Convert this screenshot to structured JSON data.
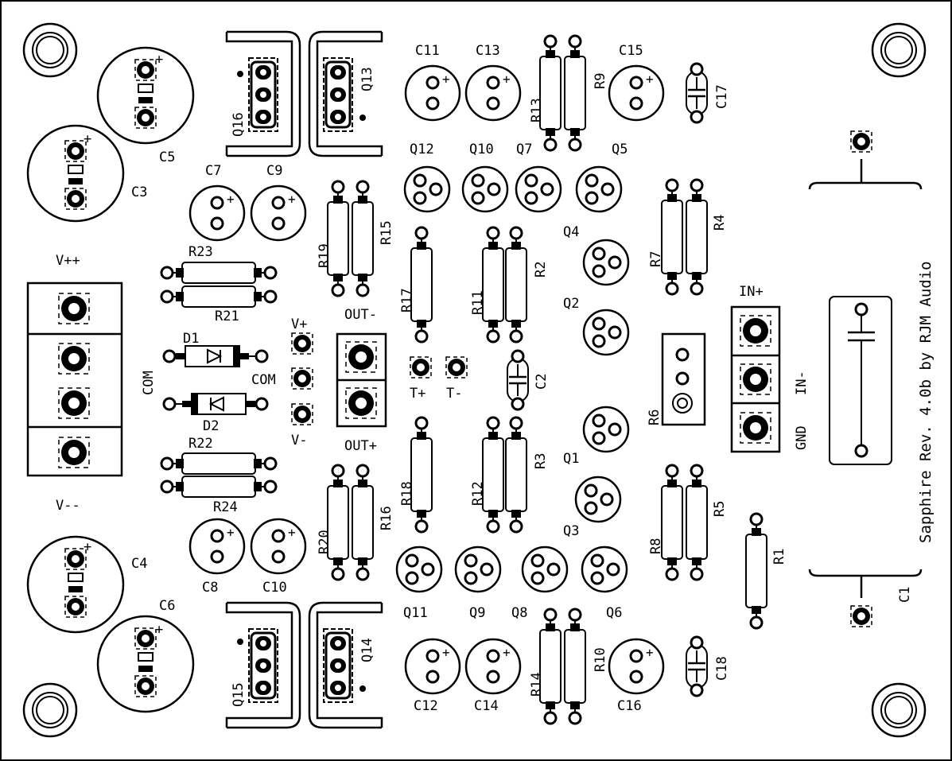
{
  "title": "Sapphire Rev. 4.0b by RJM Audio",
  "power_labels": {
    "vpp": "V++",
    "vmm": "V--",
    "com": "COM"
  },
  "connectors": {
    "out_minus": "OUT-",
    "out_plus": "OUT+",
    "t_plus": "T+",
    "t_minus": "T-",
    "v_plus": "V+",
    "v_minus": "V-",
    "com": "COM",
    "in_plus": "IN+",
    "in_minus": "IN-",
    "gnd": "GND"
  },
  "big_caps": [
    "C3",
    "C4",
    "C5",
    "C6"
  ],
  "small_caps": [
    "C7",
    "C8",
    "C9",
    "C10",
    "C11",
    "C12",
    "C13",
    "C14",
    "C15",
    "C16"
  ],
  "film_caps": [
    "C1",
    "C2",
    "C17",
    "C18"
  ],
  "transistors": [
    "Q1",
    "Q2",
    "Q3",
    "Q4",
    "Q5",
    "Q6",
    "Q7",
    "Q8",
    "Q9",
    "Q10",
    "Q11",
    "Q12"
  ],
  "power_transistors": [
    "Q13",
    "Q14",
    "Q15",
    "Q16"
  ],
  "diodes": [
    "D1",
    "D2"
  ],
  "resistors": [
    "R1",
    "R2",
    "R3",
    "R4",
    "R5",
    "R6",
    "R7",
    "R8",
    "R9",
    "R10",
    "R11",
    "R12",
    "R13",
    "R14",
    "R15",
    "R16",
    "R17",
    "R18",
    "R19",
    "R20",
    "R21",
    "R22",
    "R23",
    "R24"
  ],
  "colors": {
    "ink": "#000000",
    "board": "#ffffff"
  }
}
